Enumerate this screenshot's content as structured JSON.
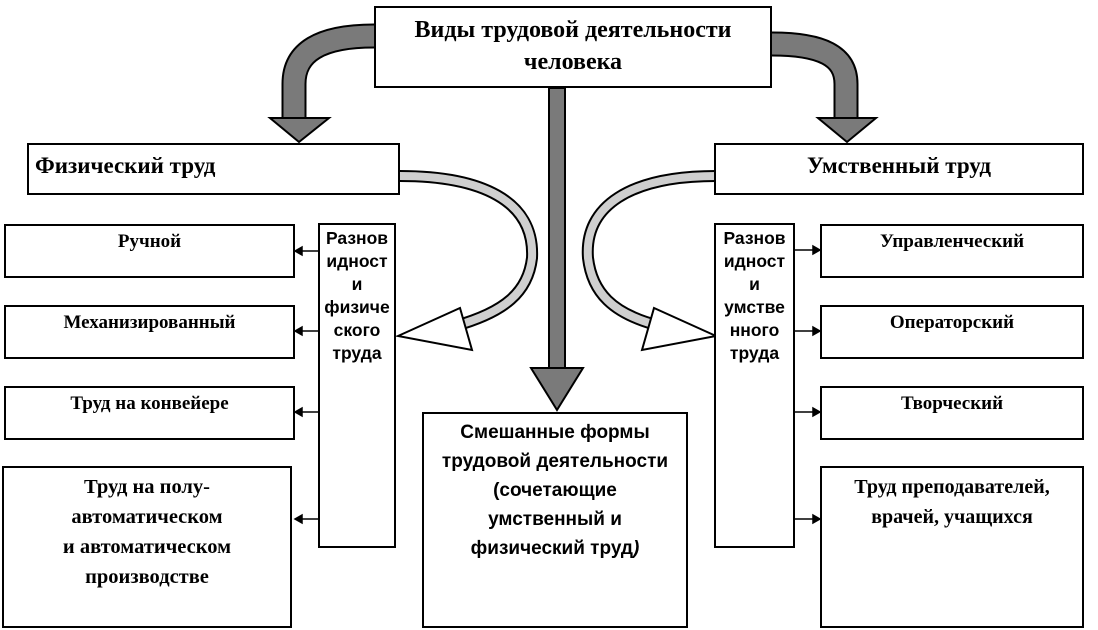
{
  "title": {
    "line1": "Виды трудовой деятельности",
    "line2": "человека"
  },
  "physical": {
    "label": "Физический труд",
    "group_label": [
      "Разнов",
      "идност",
      "и",
      "физиче",
      "ского",
      "труда"
    ],
    "items": [
      "Ручной",
      "Механизированный",
      "Труд на конвейере",
      [
        "Труд на полу-",
        "автоматическом",
        "и автоматическом",
        "производстве"
      ]
    ]
  },
  "mental": {
    "label": "Умственный труд",
    "group_label": [
      "Разнов",
      "идност",
      "и",
      "умстве",
      "нного",
      "труда"
    ],
    "items": [
      "Управленческий",
      "Операторский",
      "Творческий",
      [
        "Труд преподавателей,",
        "врачей, учащихся"
      ]
    ]
  },
  "mixed": {
    "lines": [
      "Смешанные формы",
      "трудовой деятельности",
      "(сочетающие",
      "умственный и",
      "физический труд"
    ],
    "closing": ")"
  },
  "colors": {
    "arrow_dark": "#7a7a7a",
    "arrow_light": "#cfcfcf",
    "border": "#000000"
  }
}
